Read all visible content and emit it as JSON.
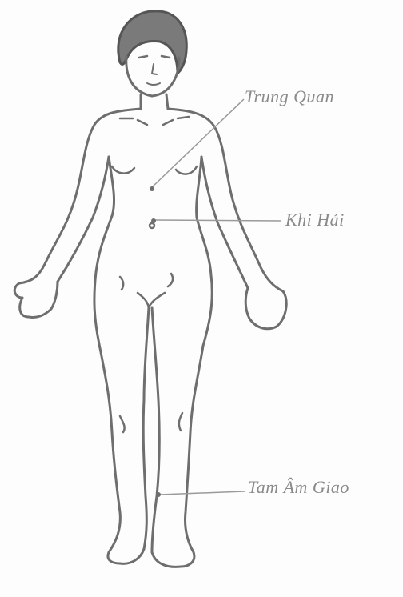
{
  "labels": {
    "trung_quan": "Trung Quan",
    "khi_hai": "Khi Hải",
    "tam_am_giao": "Tam Âm Giao"
  },
  "colors": {
    "outline": "#6e6e6e",
    "hair": "#555555",
    "leader_line": "#9a9a9a",
    "label_text": "#8a8a8a"
  }
}
